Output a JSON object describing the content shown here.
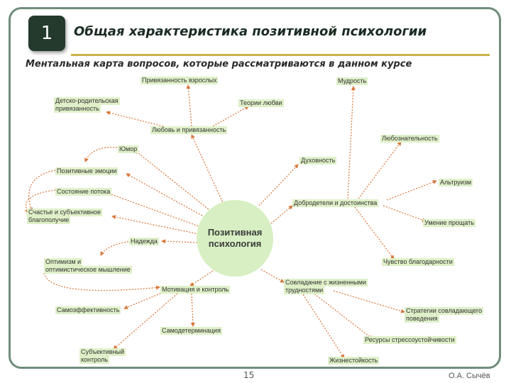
{
  "slide": {
    "number": "1",
    "title": "Общая характеристика позитивной психологии",
    "subtitle": "Ментальная карта вопросов, которые рассматриваются в данном курсе",
    "page_number": "15",
    "author": "О.А. Сычёв"
  },
  "center": {
    "line1": "Позитивная",
    "line2": "психология"
  },
  "nodes": [
    {
      "key": "n1",
      "text": "Привязанность взрослых"
    },
    {
      "key": "n2",
      "text": "Детско-родительская"
    },
    {
      "key": "n2b",
      "text": "привязанность"
    },
    {
      "key": "n3",
      "text": "Теории любви"
    },
    {
      "key": "n4",
      "text": "Любовь и привязанность"
    },
    {
      "key": "n5",
      "text": "Юмор"
    },
    {
      "key": "n6",
      "text": "Позитивные эмоции"
    },
    {
      "key": "n7",
      "text": "Состояние потока"
    },
    {
      "key": "n8",
      "text": "Счастье и субъективное"
    },
    {
      "key": "n8b",
      "text": "благополучие"
    },
    {
      "key": "n9",
      "text": "Надежда"
    },
    {
      "key": "n10",
      "text": "Оптимизм и"
    },
    {
      "key": "n10b",
      "text": "оптимистическое мышление"
    },
    {
      "key": "n11",
      "text": "Мотивация и контроль"
    },
    {
      "key": "n12",
      "text": "Самоэффективность"
    },
    {
      "key": "n13",
      "text": "Самодетерминация"
    },
    {
      "key": "n14",
      "text": "Субъективный"
    },
    {
      "key": "n14b",
      "text": "контроль"
    },
    {
      "key": "n15",
      "text": "Мудрость"
    },
    {
      "key": "n16",
      "text": "Любознательность"
    },
    {
      "key": "n17",
      "text": "Духовность"
    },
    {
      "key": "n18",
      "text": "Альтруизм"
    },
    {
      "key": "n19",
      "text": "Добродетели и достоинства"
    },
    {
      "key": "n20",
      "text": "Умение прощать"
    },
    {
      "key": "n21",
      "text": "Чувство благодарности"
    },
    {
      "key": "n22",
      "text": "Совладание с жизненными"
    },
    {
      "key": "n22b",
      "text": "трудностями"
    },
    {
      "key": "n23",
      "text": "Стратегии совладающего"
    },
    {
      "key": "n23b",
      "text": "поведения"
    },
    {
      "key": "n24",
      "text": "Ресурсы стрессоустойчивости"
    },
    {
      "key": "n25",
      "text": "Жизнестойкость"
    }
  ],
  "colors": {
    "connector": "#d9773a",
    "node_fill": "#dff0c8",
    "frame": "#6f8d7c"
  }
}
